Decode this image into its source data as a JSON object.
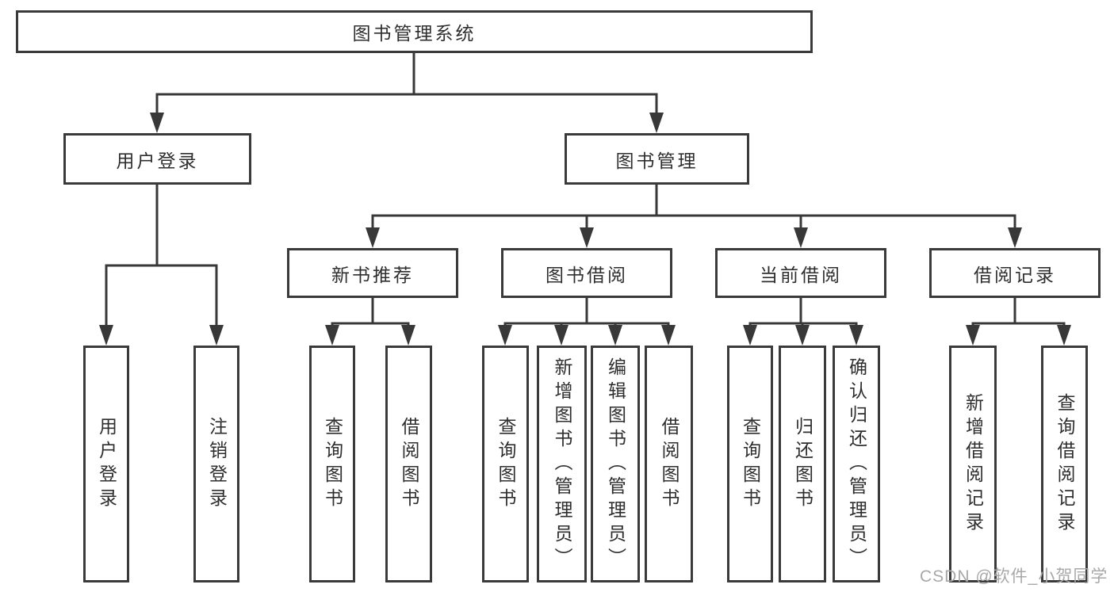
{
  "diagram": {
    "root": {
      "label": "图书管理系统"
    },
    "branches": {
      "login": {
        "label": "用户登录",
        "children": [
          {
            "label": "用户登录"
          },
          {
            "label": "注销登录"
          }
        ]
      },
      "manage": {
        "label": "图书管理",
        "groups": [
          {
            "label": "新书推荐",
            "children": [
              {
                "label": "查询图书"
              },
              {
                "label": "借阅图书"
              }
            ]
          },
          {
            "label": "图书借阅",
            "children": [
              {
                "label": "查询图书"
              },
              {
                "label": "新增图书（管理员）"
              },
              {
                "label": "编辑图书（管理员）"
              },
              {
                "label": "借阅图书"
              }
            ]
          },
          {
            "label": "当前借阅",
            "children": [
              {
                "label": "查询图书"
              },
              {
                "label": "归还图书"
              },
              {
                "label": "确认归还（管理员）"
              }
            ]
          },
          {
            "label": "借阅记录",
            "children": [
              {
                "label": "新增借阅记录"
              },
              {
                "label": "查询借阅记录"
              }
            ]
          }
        ]
      }
    },
    "watermark": "CSDN @软件_小贺同学"
  },
  "colors": {
    "line": "#383838",
    "border": "#3a3a3a",
    "text": "#2e2e2e",
    "watermark": "#a8a8a8"
  }
}
